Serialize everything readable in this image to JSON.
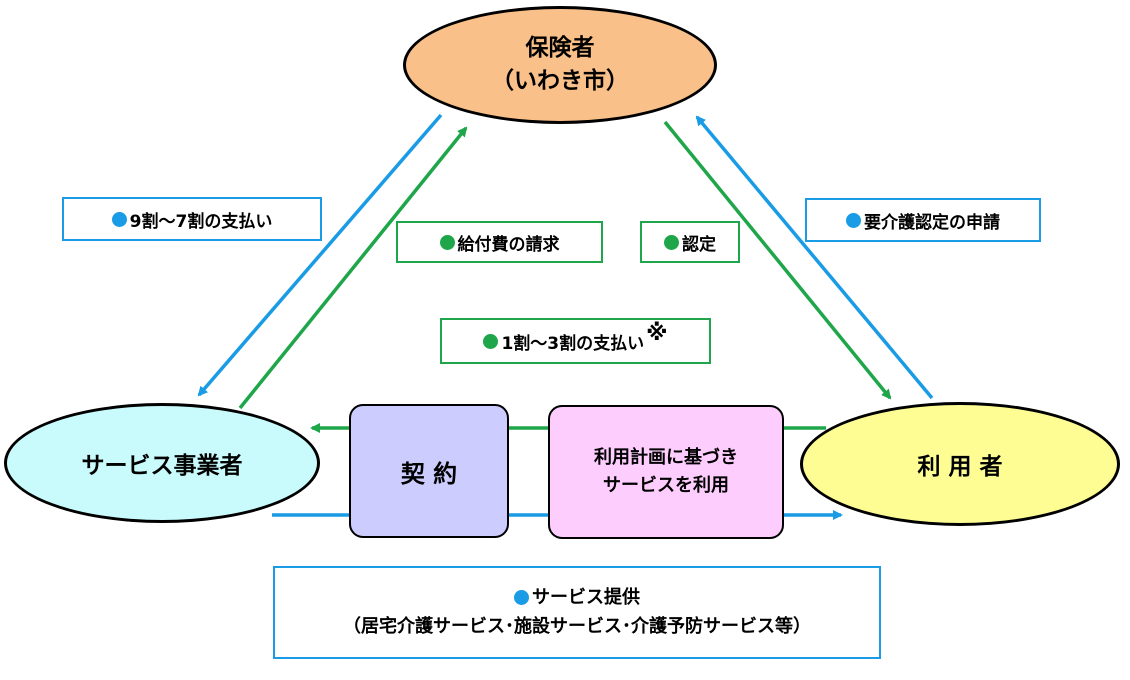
{
  "colors": {
    "blue": "#1a9be6",
    "green": "#1fa64a"
  },
  "nodes": {
    "insurer": {
      "line1": "保険者",
      "line2": "（いわき市）",
      "fill": "#f9c089"
    },
    "provider": {
      "label": "サービス事業者",
      "fill": "#c9fbfc"
    },
    "user": {
      "label": "利 用 者",
      "fill": "#fdfd94"
    },
    "contract": {
      "label": "契 約",
      "fill": "#ccccff"
    },
    "usage_plan": {
      "line1": "利用計画に基づき",
      "line2": "サービスを利用",
      "fill": "#fdcdfd"
    }
  },
  "labels": {
    "pay_90_70": "9割～7割の支払い",
    "benefit_claim": "給付費の請求",
    "certification": "認定",
    "care_application": "要介護認定の申請",
    "pay_10_30": "1割～3割の支払い",
    "pay_10_30_mark": "※",
    "service_provision_title": "サービス提供",
    "service_provision_detail": "（居宅介護サービス･施設サービス･介護予防サービス等）"
  }
}
